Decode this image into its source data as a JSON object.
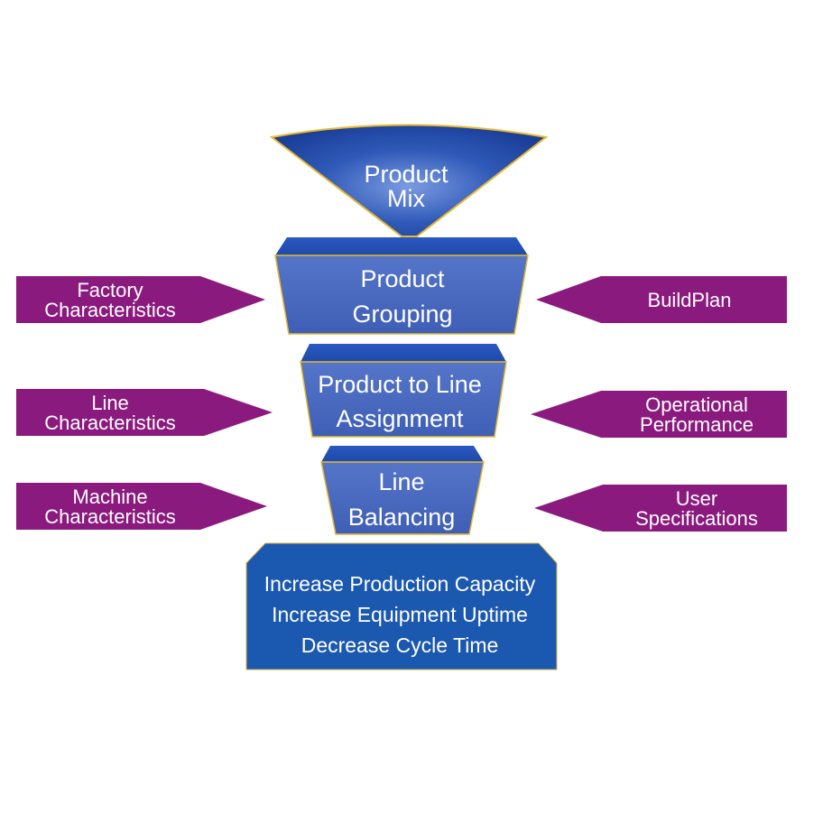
{
  "stages": {
    "product_mix": [
      "Product",
      "Mix"
    ],
    "product_grouping": [
      "Product",
      "Grouping"
    ],
    "product_to_line": [
      "Product to Line",
      "Assignment"
    ],
    "line_balancing": [
      "Line",
      "Balancing"
    ]
  },
  "results": [
    "Increase Production Capacity",
    "Increase Equipment Uptime",
    "Decrease Cycle Time"
  ],
  "left_inputs": [
    [
      "Factory",
      "Characteristics"
    ],
    [
      "Line",
      "Characteristics"
    ],
    [
      "Machine",
      "Characteristics"
    ]
  ],
  "right_inputs": [
    [
      "BuildPlan"
    ],
    [
      "Operational",
      "Performance"
    ],
    [
      "User",
      "Specifications"
    ]
  ],
  "colors": {
    "blue_dark": "#1a3f99",
    "blue_mid": "#3a5fbf",
    "blue_panel": "#4a66b8",
    "result_blue": "#1b58b0",
    "arrow_purple": "#8b1a7e",
    "outline": "#f0c23a"
  }
}
